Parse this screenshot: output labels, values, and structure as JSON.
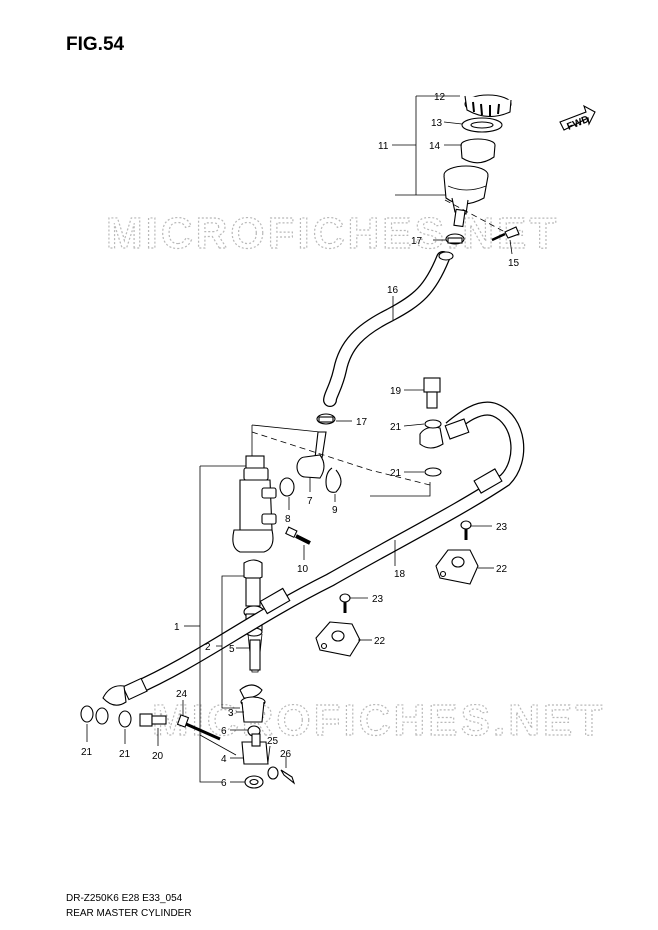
{
  "figure": {
    "title": "FIG.54",
    "code": "DR-Z250K6 E28 E33_054",
    "name": "REAR MASTER CYLINDER"
  },
  "watermark": "MICROFICHES.NET",
  "fwd_label": "FWD",
  "callouts": [
    {
      "id": "c12",
      "text": "12"
    },
    {
      "id": "c13",
      "text": "13"
    },
    {
      "id": "c14",
      "text": "14"
    },
    {
      "id": "c11",
      "text": "11"
    },
    {
      "id": "c17a",
      "text": "17"
    },
    {
      "id": "c15",
      "text": "15"
    },
    {
      "id": "c16",
      "text": "16"
    },
    {
      "id": "c19",
      "text": "19"
    },
    {
      "id": "c17b",
      "text": "17"
    },
    {
      "id": "c21a",
      "text": "21"
    },
    {
      "id": "c21b",
      "text": "21"
    },
    {
      "id": "c7",
      "text": "7"
    },
    {
      "id": "c8",
      "text": "8"
    },
    {
      "id": "c9",
      "text": "9"
    },
    {
      "id": "c23a",
      "text": "23"
    },
    {
      "id": "c22a",
      "text": "22"
    },
    {
      "id": "c10",
      "text": "10"
    },
    {
      "id": "c18",
      "text": "18"
    },
    {
      "id": "c23b",
      "text": "23"
    },
    {
      "id": "c22b",
      "text": "22"
    },
    {
      "id": "c1",
      "text": "1"
    },
    {
      "id": "c2",
      "text": "2"
    },
    {
      "id": "c5",
      "text": "5"
    },
    {
      "id": "c24",
      "text": "24"
    },
    {
      "id": "c3",
      "text": "3"
    },
    {
      "id": "c6a",
      "text": "6"
    },
    {
      "id": "c25",
      "text": "25"
    },
    {
      "id": "c26",
      "text": "26"
    },
    {
      "id": "c4",
      "text": "4"
    },
    {
      "id": "c6b",
      "text": "6"
    },
    {
      "id": "c21c",
      "text": "21"
    },
    {
      "id": "c21d",
      "text": "21"
    },
    {
      "id": "c20",
      "text": "20"
    }
  ]
}
